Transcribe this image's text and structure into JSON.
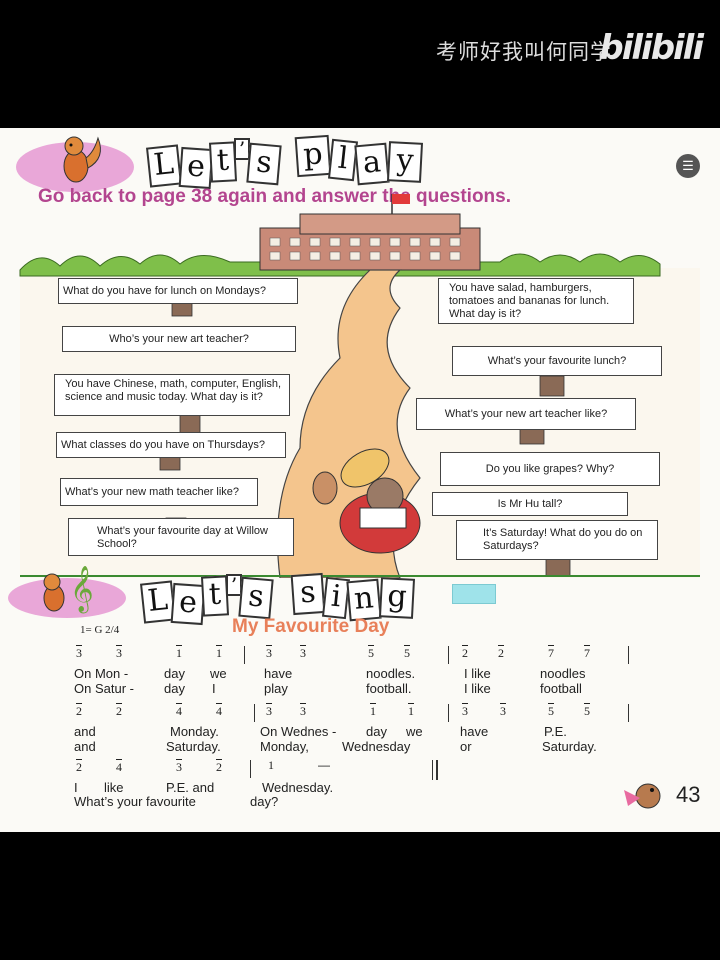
{
  "watermark": {
    "text": "考师好我叫何同学",
    "logo": "bilibili"
  },
  "play": {
    "title_letters": [
      "L",
      "e",
      "t",
      "’",
      "s",
      "p",
      "l",
      "a",
      "y"
    ],
    "instruction": "Go back to page 38 again and answer the questions.",
    "left_questions": [
      "What do you have for lunch on Mondays?",
      "Who’s your new art teacher?",
      "You have Chinese, math, computer, English, science and music today. What day is it?",
      "What classes do you have on Thursdays?",
      "What’s your new math teacher like?",
      "What’s your favourite day at Willow School?"
    ],
    "right_questions": [
      "You have salad, hamburgers, tomatoes and bananas for lunch. What day is it?",
      "What’s your favourite lunch?",
      "What’s your new art teacher like?",
      "Do you like grapes? Why?",
      "Is Mr Hu tall?",
      "It’s Saturday! What do you do on Saturdays?"
    ]
  },
  "sing": {
    "title_letters": [
      "L",
      "e",
      "t",
      "’",
      "s",
      "s",
      "i",
      "n",
      "g"
    ],
    "song_title": "My Favourite Day",
    "key": "1= G",
    "time_sig": "2/4",
    "line1": {
      "notes": [
        "3",
        "3",
        "1",
        "1",
        "3",
        "3",
        "5",
        "5",
        "2",
        "2",
        "7",
        "7"
      ],
      "verse1": [
        "On Mon -",
        "day",
        "we",
        "have",
        "noodles.",
        "I like",
        "noodles"
      ],
      "verse2": [
        "On Satur -",
        "day",
        "I",
        "play",
        "football.",
        "I like",
        "football"
      ]
    },
    "line2": {
      "notes": [
        "2",
        "2",
        "4",
        "4",
        "3",
        "3",
        "1",
        "1",
        "3",
        "3",
        "5",
        "5"
      ],
      "verse1": [
        "and",
        "Monday.",
        "On Wednes -",
        "day",
        "we",
        "have",
        "P.E."
      ],
      "verse2": [
        "and",
        "Saturday.",
        "Monday,",
        "Wednesday",
        "or",
        "Saturday."
      ]
    },
    "line3": {
      "notes": [
        "2",
        "4",
        "3",
        "2",
        "1",
        "—"
      ],
      "verse1": [
        "I",
        "like",
        "P.E. and",
        "Wednesday."
      ],
      "verse2": [
        "What’s your favourite",
        "day?"
      ]
    }
  },
  "page_number": "43",
  "menu_icon": "list-icon"
}
